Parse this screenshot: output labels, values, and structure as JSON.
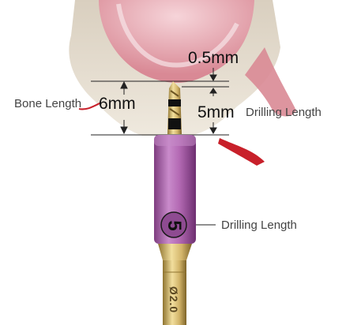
{
  "labels": {
    "bone_length": "Bone Length",
    "bone_length_value": "6mm",
    "gap_value": "0.5mm",
    "drilling_value": "5mm",
    "drilling_label_top": "Drilling Length",
    "drilling_label_side": "Drilling Length",
    "collar_number": "5",
    "shaft_marking": "Ø2.0"
  },
  "colors": {
    "gum": "#e7a7b0",
    "bone": "#e4dbcc",
    "collar": "#b46ab4",
    "gold": "#d2b469",
    "accent_red": "#c8202a"
  },
  "icons": [
    "tooth-anatomy-illustration",
    "drill-bit",
    "dimension-arrows"
  ]
}
